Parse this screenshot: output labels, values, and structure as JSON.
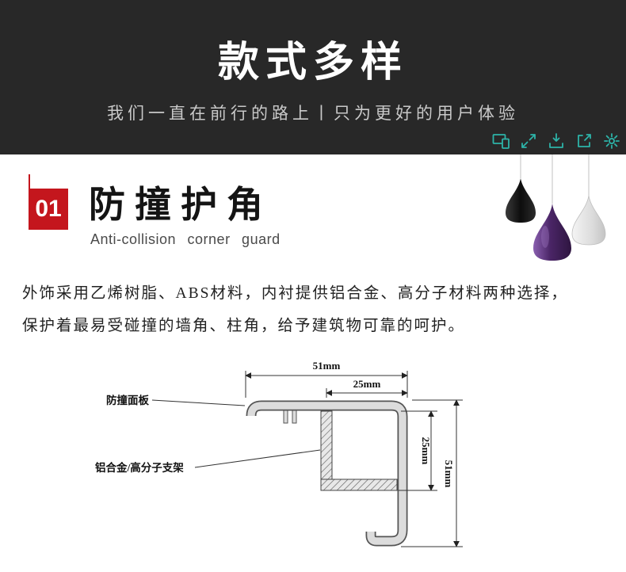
{
  "header": {
    "title": "款式多样",
    "subtitle": "我们一直在前行的路上丨只为更好的用户体验",
    "background": "#282828",
    "toolbar": {
      "icon_color": "#2db3a8",
      "icons": [
        "responsive-preview",
        "fullscreen",
        "download",
        "export",
        "settings"
      ]
    }
  },
  "section": {
    "number": "01",
    "accent_color": "#c4161d",
    "title": "防撞护角",
    "subtitle_en": "Anti-collision corner guard",
    "description": {
      "line1": "外饰采用乙烯树脂、ABS材料，内衬提供铝合金、高分子材料两种选择，",
      "line2": "保护着最易受碰撞的墙角、柱角，给予建筑物可靠的呵护。"
    }
  },
  "diagram": {
    "labels": {
      "panel": "防撞面板",
      "bracket": "铝合金/高分子支架"
    },
    "dimensions": {
      "top_outer": "51mm",
      "top_inner": "25mm",
      "right_inner": "25mm",
      "right_outer": "51mm"
    }
  }
}
